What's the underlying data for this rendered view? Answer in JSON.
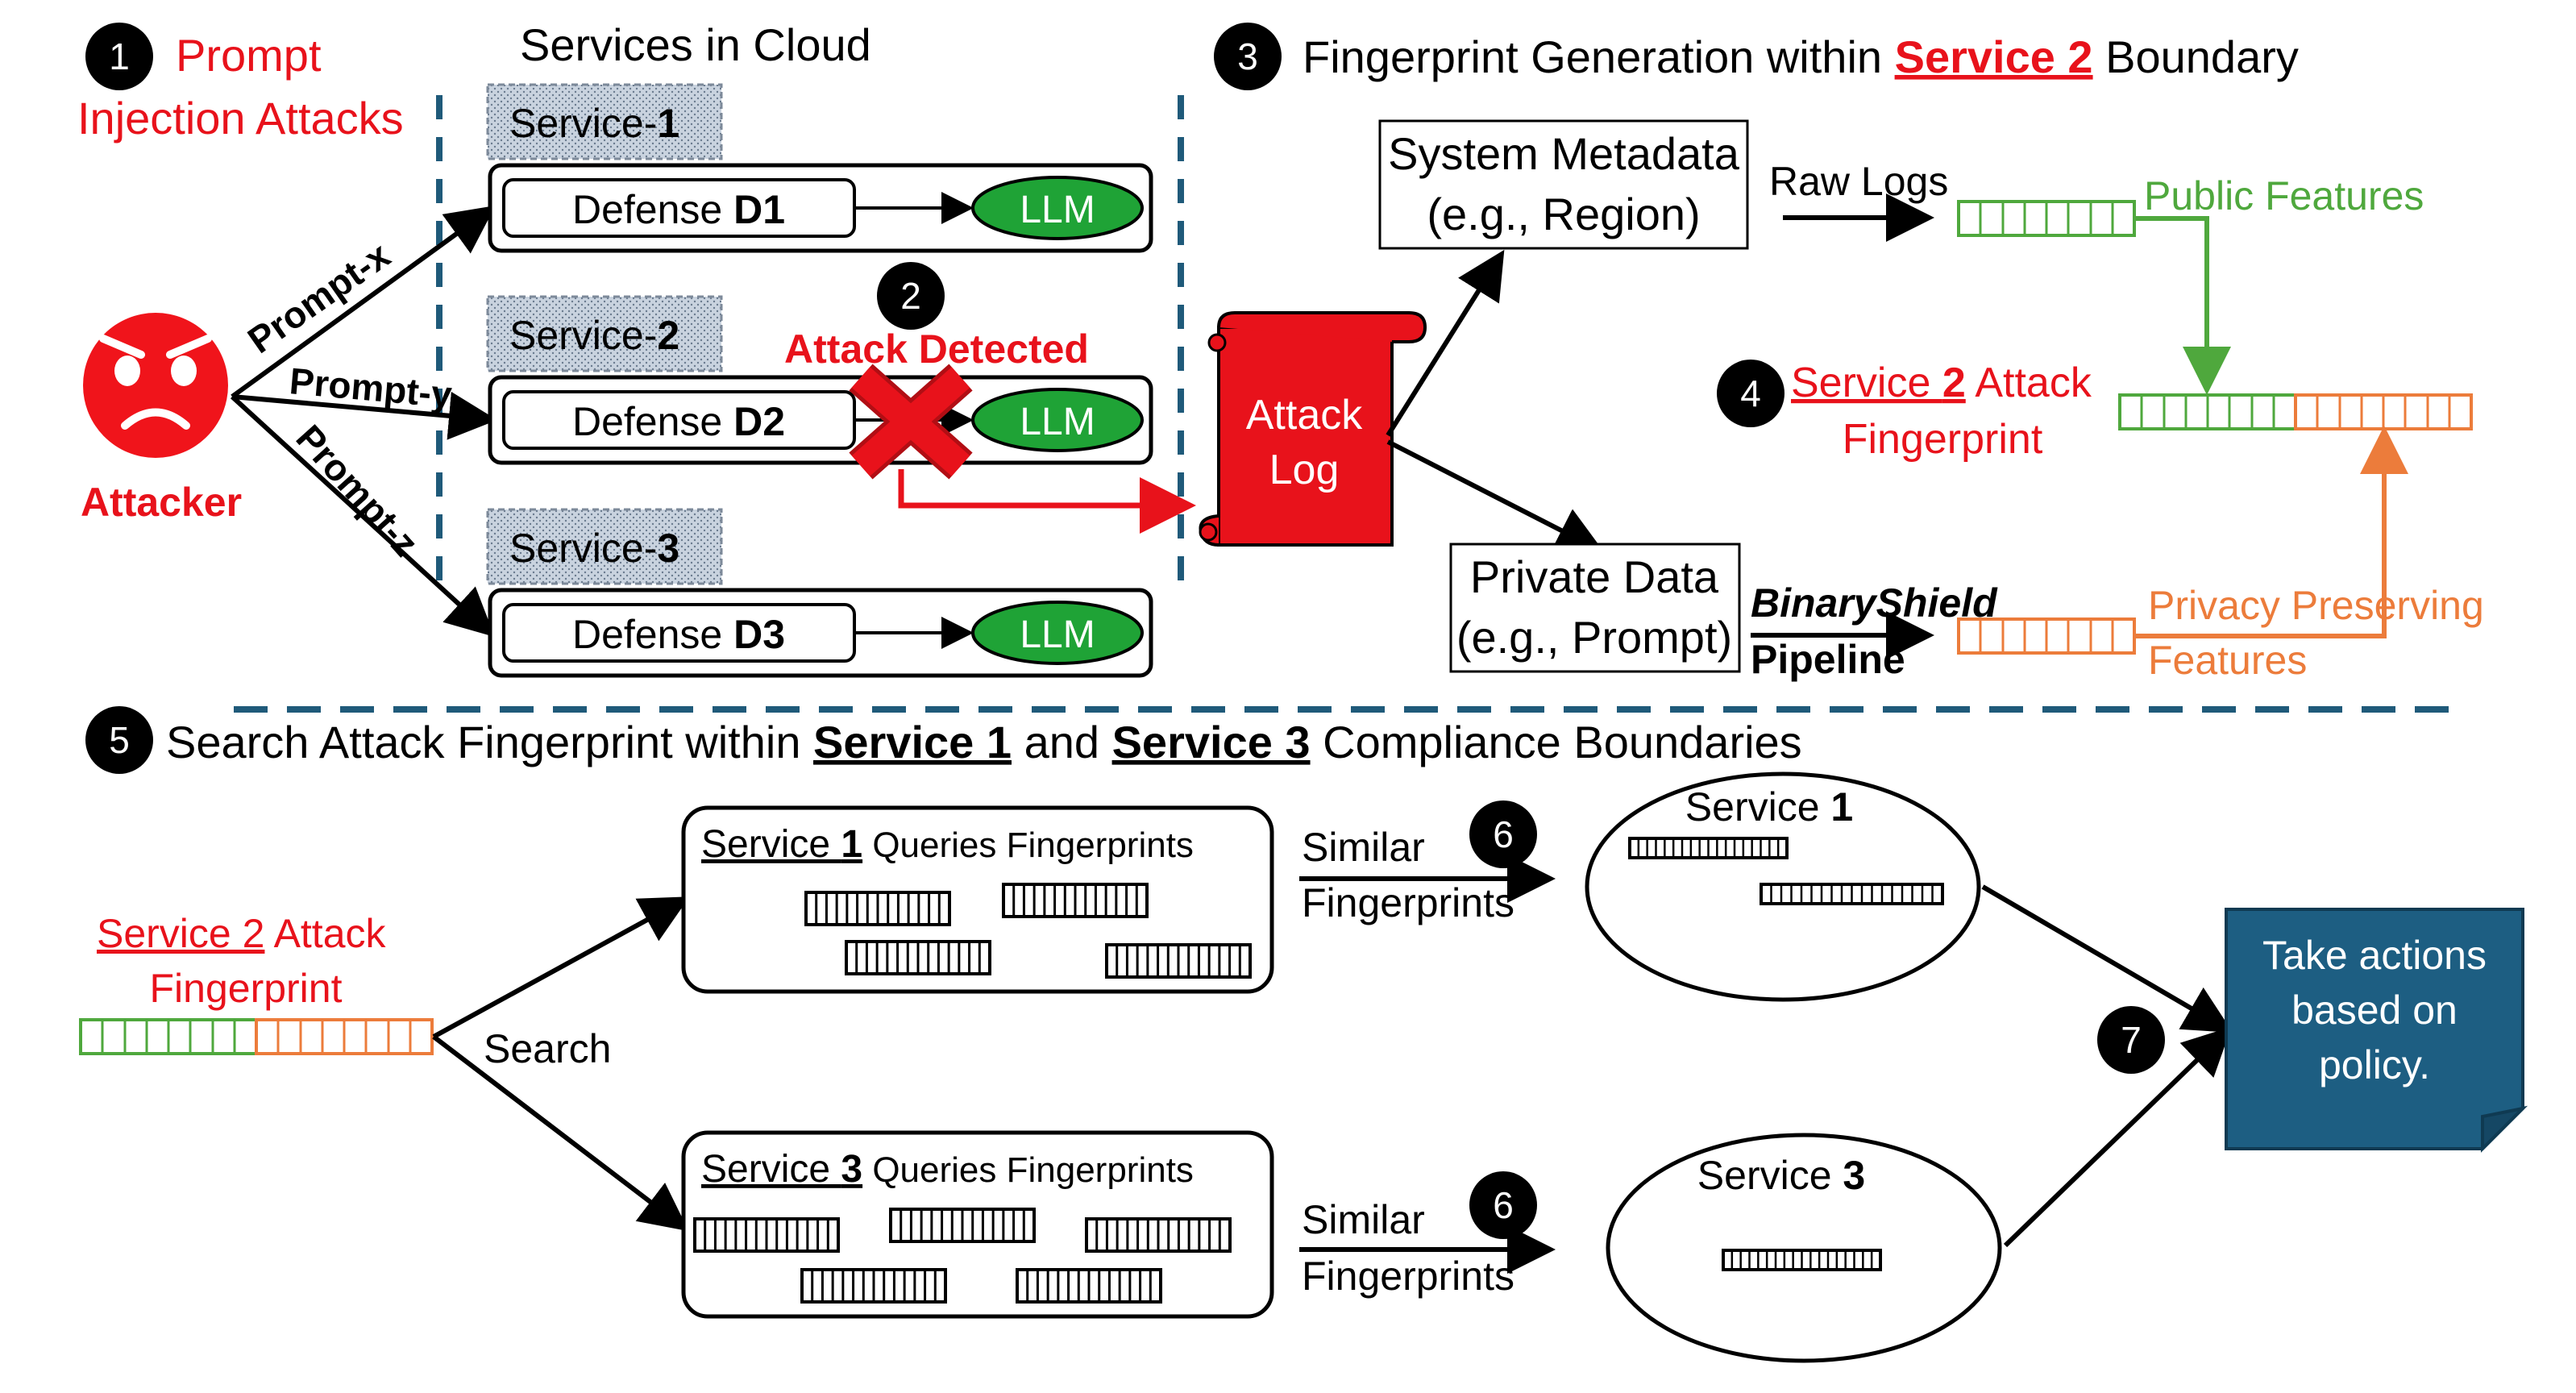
{
  "colors": {
    "red": "#e8121b",
    "green": "#4fa83d",
    "orange": "#ec7c3b",
    "navy": "#1f5a7a",
    "policy_fill": "#1d5e82",
    "llm_fill": "#1fa336",
    "patch_fill": "#c9d3df",
    "face": "#f0141b",
    "black": "#000000"
  },
  "step_badges": [
    "1",
    "2",
    "3",
    "4",
    "5",
    "6",
    "6",
    "7"
  ],
  "step1": {
    "line1": "Prompt",
    "line2": "Injection Attacks"
  },
  "cloud": {
    "title": "Services in Cloud"
  },
  "attacker": {
    "label": "Attacker",
    "icon": "angry-face-icon"
  },
  "prompts": [
    "Prompt-x",
    "Prompt-y",
    "Prompt-z"
  ],
  "services": [
    {
      "name": "Service-",
      "num": "1",
      "defense_pre": "Defense ",
      "defense_bold": "D1",
      "llm": "LLM"
    },
    {
      "name": "Service-",
      "num": "2",
      "defense_pre": "Defense ",
      "defense_bold": "D2",
      "llm": "LLM"
    },
    {
      "name": "Service-",
      "num": "3",
      "defense_pre": "Defense ",
      "defense_bold": "D3",
      "llm": "LLM"
    }
  ],
  "step2": {
    "label": "Attack Detected",
    "icon": "red-x-icon"
  },
  "attack_log": {
    "line1": "Attack",
    "line2": "Log",
    "icon": "scroll-icon"
  },
  "step3": {
    "pre": "Fingerprint Generation within ",
    "service": "Service 2",
    "post": " Boundary"
  },
  "metadata": {
    "line1": "System Metadata",
    "line2": "(e.g., Region)"
  },
  "raw_logs": "Raw Logs",
  "public_features": "Public Features",
  "private_data": {
    "line1": "Private Data",
    "line2": "(e.g., Prompt)"
  },
  "pipeline": {
    "line1": "BinaryShield",
    "line2": "Pipeline"
  },
  "privacy_features": {
    "line1": "Privacy Preserving",
    "line2": "Features"
  },
  "step4": {
    "service_pre": "Service ",
    "service_num": "2",
    "attack": " Attack",
    "line2": "Fingerprint"
  },
  "step5": {
    "pre": "Search Attack Fingerprint within ",
    "service1": "Service 1",
    "mid": " and ",
    "service3": "Service 3",
    "post": " Compliance Boundaries"
  },
  "fingerprint_label": {
    "service_pre": "Service 2",
    "attack": " Attack",
    "line2": "Fingerprint"
  },
  "search_label": "Search",
  "query_boxes": [
    {
      "service_pre": "Service ",
      "num": "1",
      "rest": " Queries Fingerprints"
    },
    {
      "service_pre": "Service ",
      "num": "3",
      "rest": " Queries Fingerprints"
    }
  ],
  "similar": {
    "line1": "Similar",
    "line2": "Fingerprints"
  },
  "result_ellipses": [
    {
      "pre": "Service ",
      "num": "1"
    },
    {
      "pre": "Service ",
      "num": "3"
    }
  ],
  "policy": {
    "line1": "Take actions",
    "line2": "based on",
    "line3": "policy."
  }
}
